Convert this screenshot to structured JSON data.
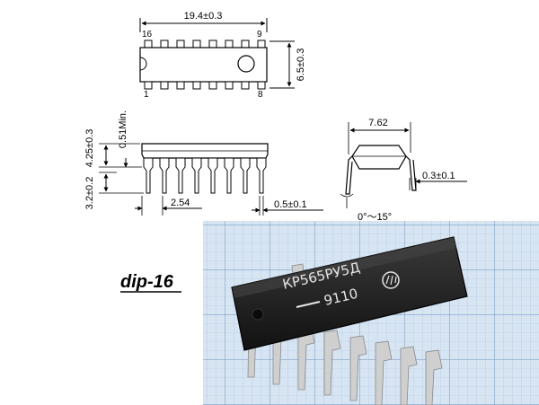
{
  "diagram": {
    "package_label": "dip-16",
    "top_view": {
      "length_dim": "19.4±0.3",
      "width_dim": "6.5±0.3",
      "pins_top": {
        "left": "16",
        "right": "9"
      },
      "pins_bottom": {
        "left": "1",
        "right": "8"
      }
    },
    "side_view": {
      "standoff_dim": "0.51Min.",
      "body_height_dim": "4.25±0.3",
      "lead_length_dim": "3.2±0.2",
      "pitch_dim": "2.54",
      "lead_width_dim": "0.5±0.1"
    },
    "end_view": {
      "row_spacing_dim": "7.62",
      "lead_thickness_dim": "0.3±0.1",
      "angle_dim": "0°～15°"
    },
    "photo": {
      "chip_marking_line1": "КР565РУ5Д",
      "chip_marking_line2": "9110",
      "colors": {
        "grid_bg": "#d7e5f3",
        "grid_line": "#8fb0d6",
        "chip_body": "#1e1e1e",
        "leads": "#c9c9c9"
      }
    }
  }
}
